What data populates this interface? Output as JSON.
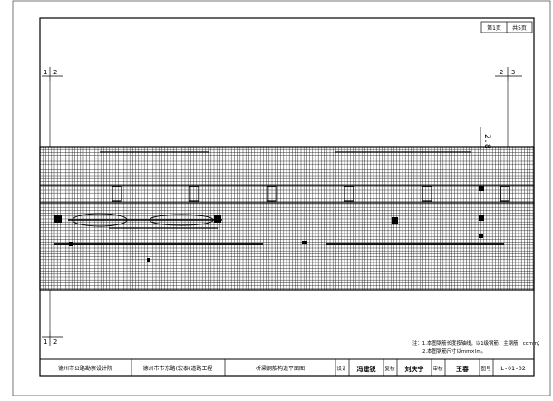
{
  "sheet": {
    "page_label": "第1页",
    "total_label": "共5页",
    "drawing_no": "L-01-02",
    "station": "2.8"
  },
  "axis_labels": {
    "top_left_a": "1",
    "top_left_b": "2",
    "top_right_a": "2",
    "top_right_b": "3",
    "bottom_left_a": "1",
    "bottom_left_b": "2"
  },
  "notes": {
    "line1": "注：1.本图钢筋长度按轴线，以1级钢筋：主钢筋：ccmm；",
    "line2": "2.本图钢筋尺寸以mm×lm。"
  },
  "title_block": {
    "company": "德州市公路勘察设计院",
    "project": "德州市市东路(宏泰)道路工程",
    "drawing_title": "桥梁钢筋构造平面图",
    "design_label": "设计",
    "design_sign": "冯建锐",
    "check_label": "复核",
    "check_sign": "刘庆宁",
    "review_label": "审核",
    "review_sign": "王春",
    "fig_label": "图号"
  },
  "colors": {
    "line": "#000000",
    "grid": "#222222",
    "frame": "#555555"
  }
}
